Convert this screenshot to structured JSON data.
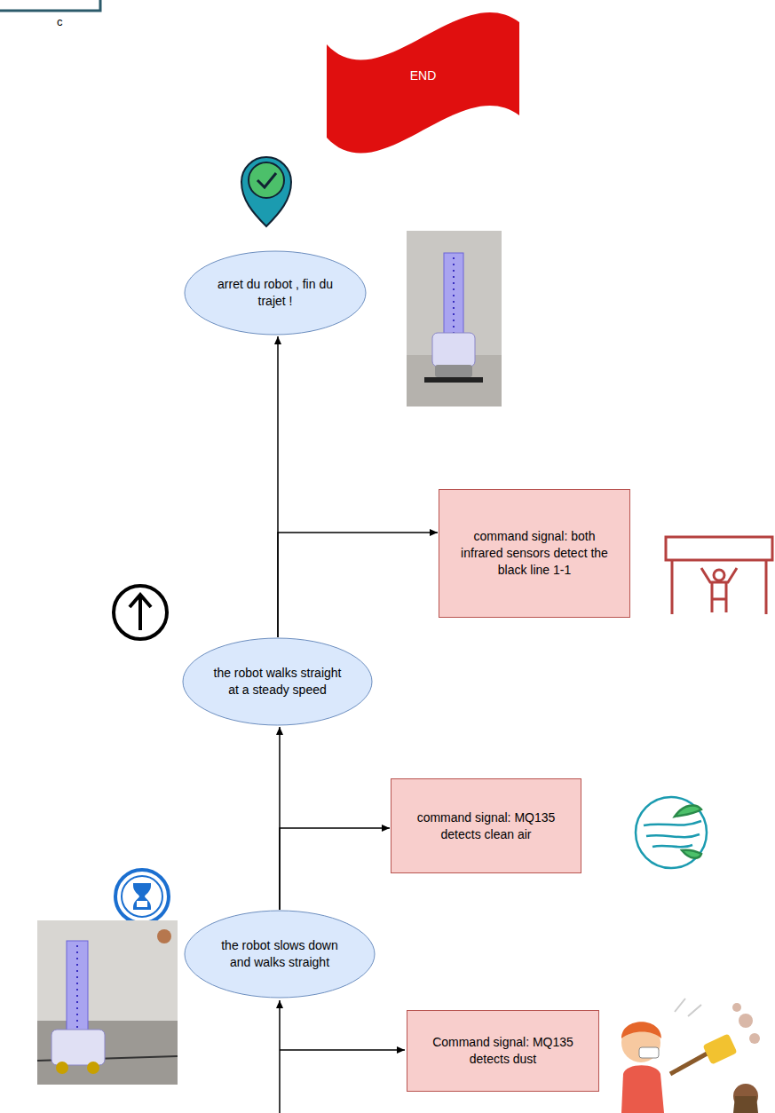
{
  "diagram": {
    "nodes": [
      {
        "text": [
          "END"
        ]
      },
      {
        "text": [
          "arret du robot , fin du trajet !"
        ]
      },
      {
        "text": [
          "command signal: both infrared sensors detect the black line 1-1"
        ]
      },
      {
        "text": [
          "the robot walks straight at a steady speed"
        ]
      },
      {
        "text": [
          "command signal: MQ135 detects clean air"
        ]
      },
      {
        "text": [
          "the robot slows down and walks straight"
        ]
      },
      {
        "text": [
          "Command signal: MQ135 detects dust"
        ]
      }
    ],
    "edges": [
      {
        "from": 3,
        "to": 1,
        "arrow": "to"
      },
      {
        "from": 3,
        "to": 2,
        "arrow": "to"
      },
      {
        "from": 5,
        "to": 3,
        "arrow": "to"
      },
      {
        "from": 5,
        "to": 4,
        "arrow": "to"
      }
    ],
    "labels": [
      "c"
    ]
  }
}
